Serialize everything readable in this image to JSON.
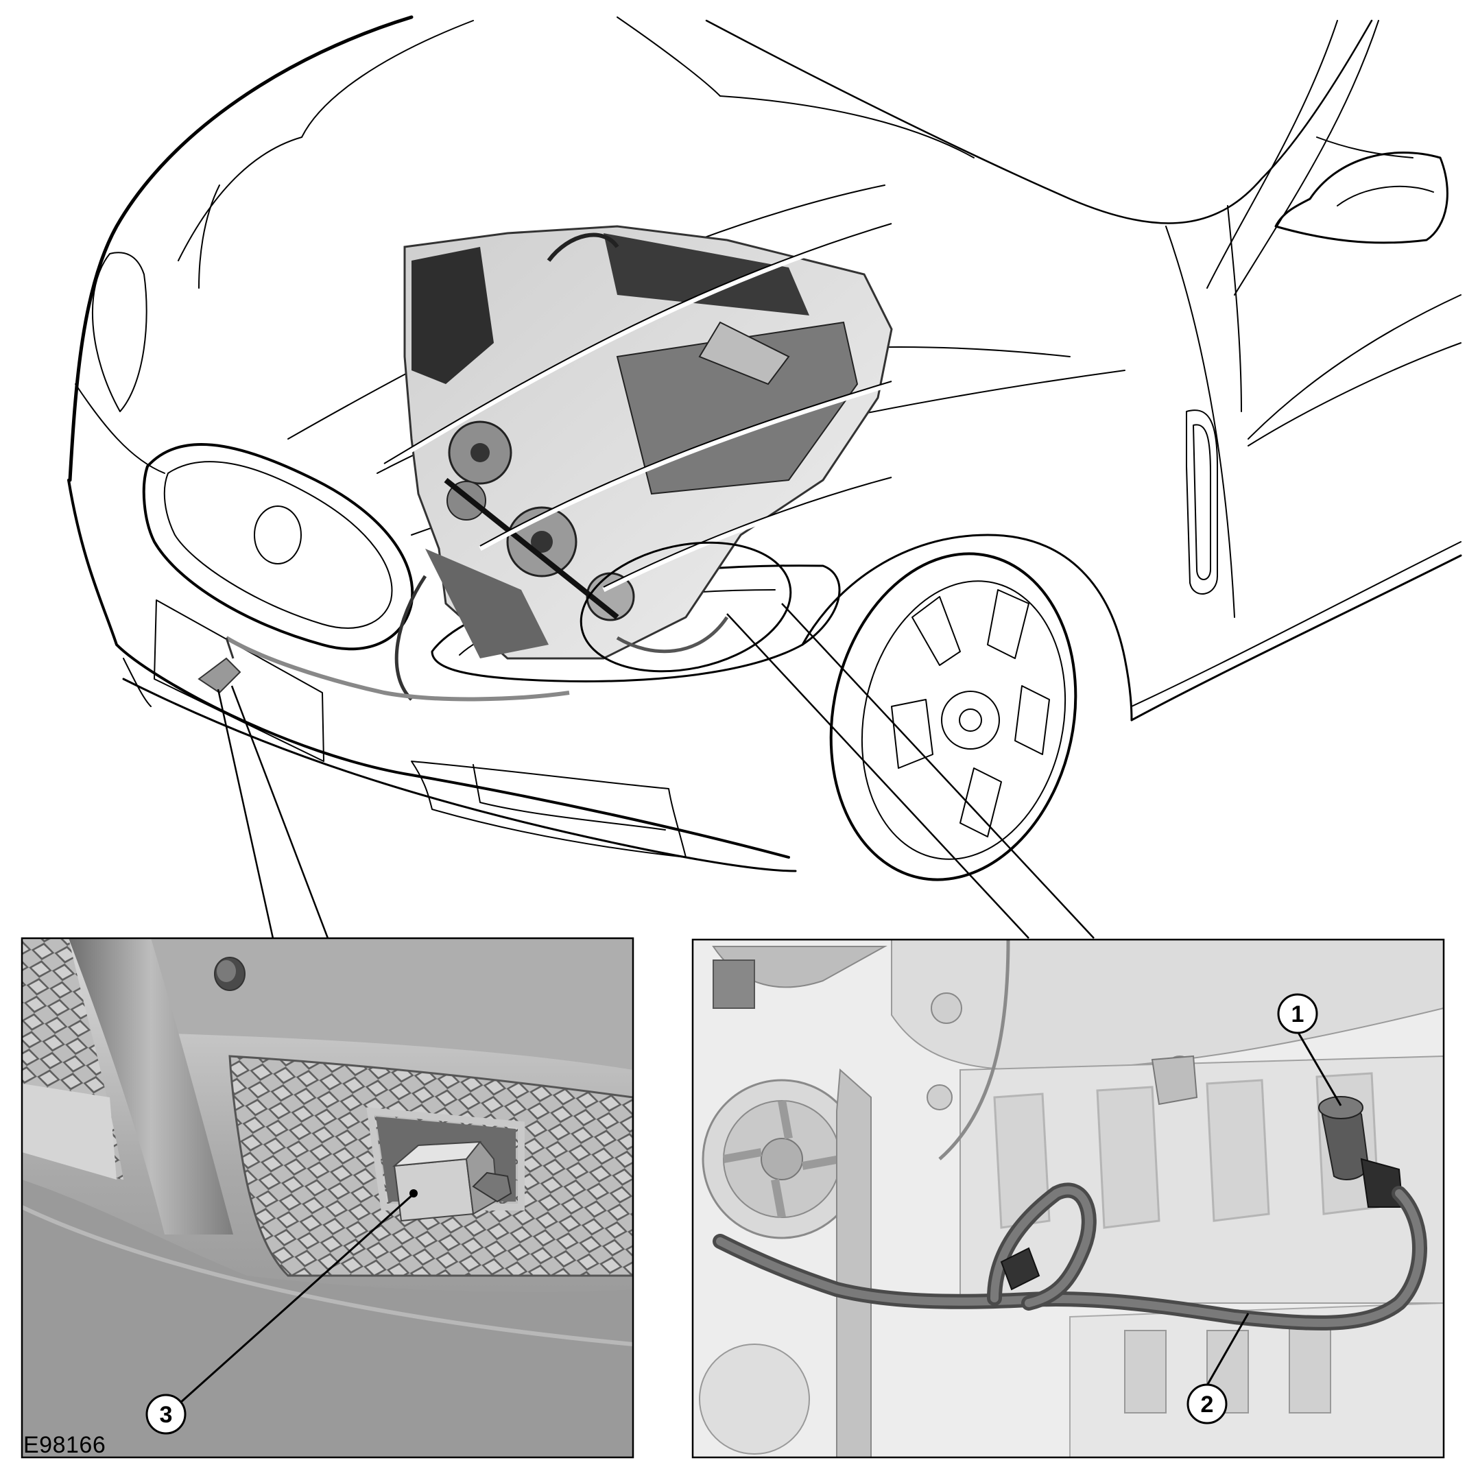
{
  "figure_id": "E98166",
  "callouts": [
    {
      "number": "1"
    },
    {
      "number": "2"
    },
    {
      "number": "3"
    }
  ]
}
